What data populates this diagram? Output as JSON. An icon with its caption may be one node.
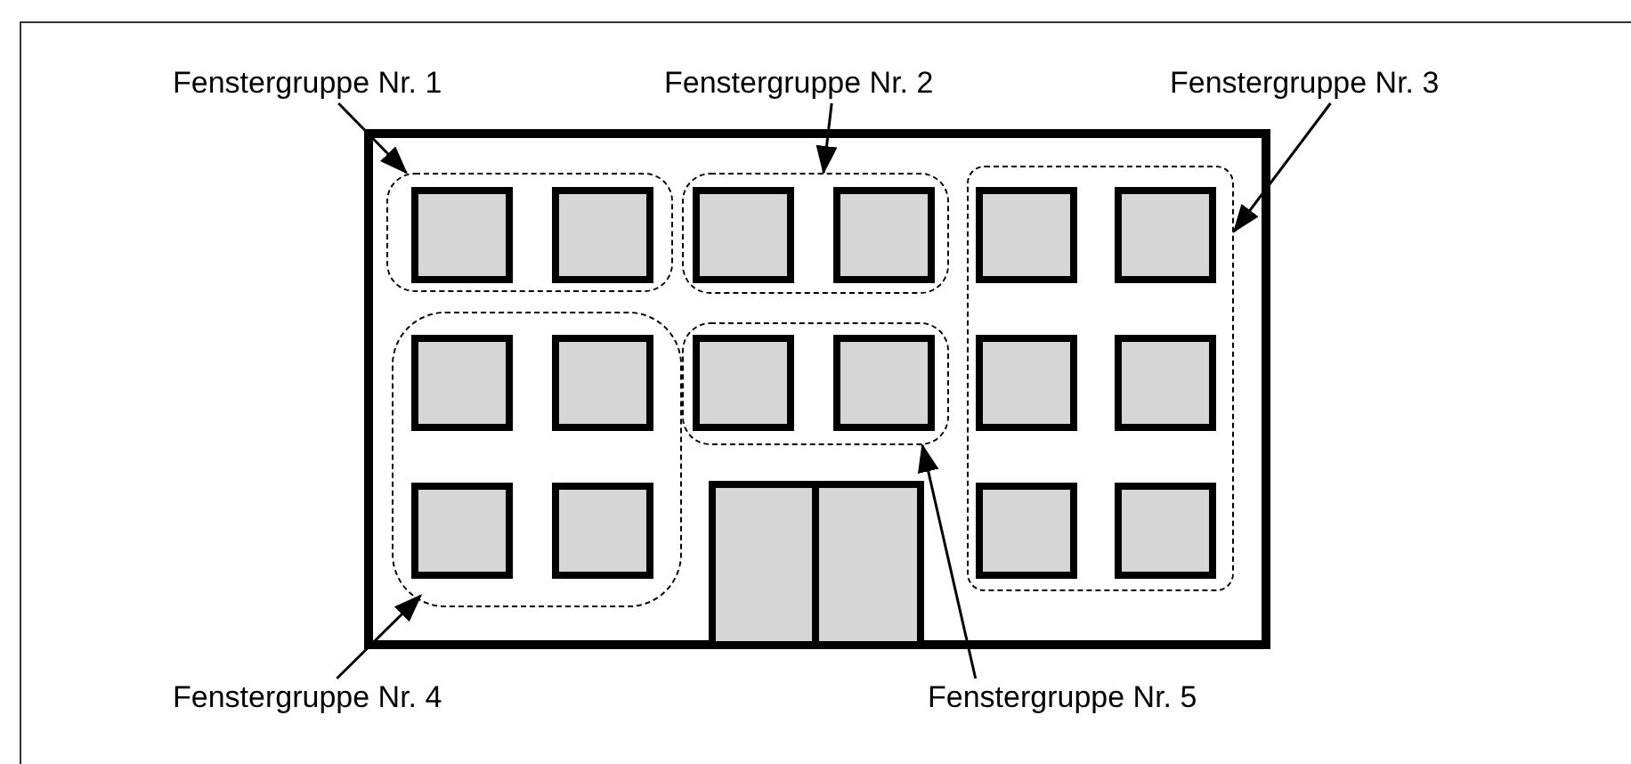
{
  "diagram": {
    "nodes": [
      {
        "text": [
          "Fenstergruppe Nr. 1"
        ]
      },
      {
        "text": [
          "Fenstergruppe Nr. 2"
        ]
      },
      {
        "text": [
          "Fenstergruppe Nr. 3"
        ]
      },
      {
        "text": [
          "Fenstergruppe Nr. 4"
        ]
      },
      {
        "text": [
          "Fenstergruppe Nr. 5"
        ]
      },
      {
        "text": [],
        "shape": "box"
      },
      {
        "text": [],
        "shape": "box"
      },
      {
        "text": [],
        "shape": "box"
      },
      {
        "text": [],
        "shape": "box"
      },
      {
        "text": [],
        "shape": "box"
      }
    ],
    "edges": [
      {
        "from": 0,
        "to": 5,
        "arrow": "to"
      },
      {
        "from": 1,
        "to": 6,
        "arrow": "to"
      },
      {
        "from": 2,
        "to": 7,
        "arrow": "to"
      },
      {
        "from": 3,
        "to": 8,
        "arrow": "to"
      },
      {
        "from": 4,
        "to": 9,
        "arrow": "to"
      }
    ]
  }
}
